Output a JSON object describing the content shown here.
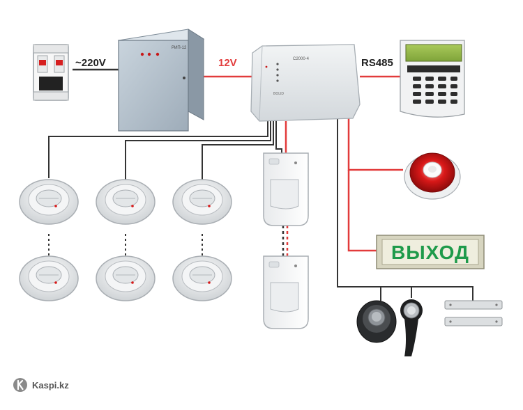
{
  "labels": {
    "mains_voltage": "~220V",
    "dc_voltage": "12V",
    "bus": "RS485"
  },
  "devices": {
    "power_supply_badge": "РИП-12",
    "controller_model": "С2000-4",
    "controller_brand": "BOLID"
  },
  "exit_sign": {
    "text": "ВЫХОД"
  },
  "watermark": {
    "text": "Kaspi.kz"
  },
  "colors": {
    "power_line": "#e23b3b",
    "signal_line": "#333333",
    "sign_text": "#1e9a4a"
  }
}
